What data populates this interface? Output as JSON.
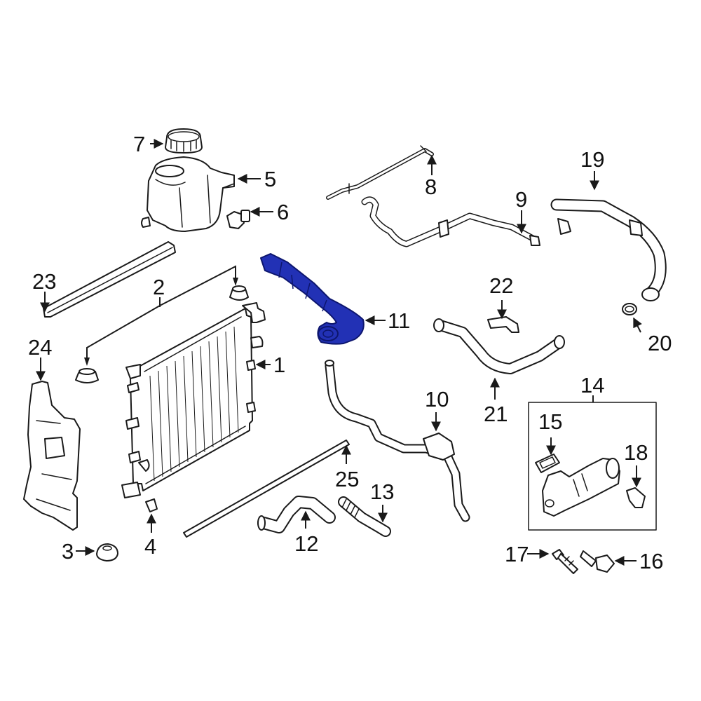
{
  "colors": {
    "highlight": "#2231b5",
    "line": "#1a1a1a",
    "background": "#ffffff"
  },
  "callouts": {
    "c1": "1",
    "c2": "2",
    "c3": "3",
    "c4": "4",
    "c5": "5",
    "c6": "6",
    "c7": "7",
    "c8": "8",
    "c9": "9",
    "c10": "10",
    "c11": "11",
    "c12": "12",
    "c13": "13",
    "c14": "14",
    "c15": "15",
    "c16": "16",
    "c17": "17",
    "c18": "18",
    "c19": "19",
    "c20": "20",
    "c21": "21",
    "c22": "22",
    "c23": "23",
    "c24": "24",
    "c25": "25"
  },
  "highlighted_part": "11"
}
